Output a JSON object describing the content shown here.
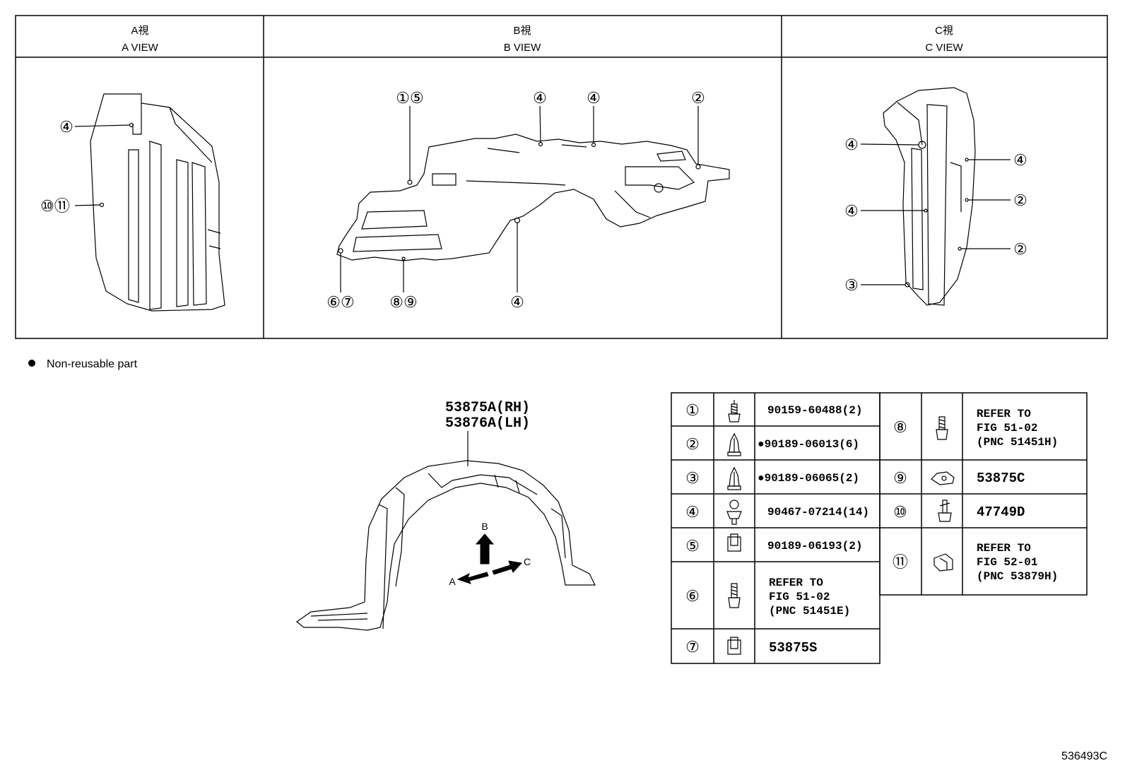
{
  "views": [
    {
      "jp": "A視",
      "en": "A VIEW"
    },
    {
      "jp": "B視",
      "en": "B VIEW"
    },
    {
      "jp": "C視",
      "en": "C VIEW"
    }
  ],
  "callouts": {
    "a": [
      "④",
      "⑩⑪"
    ],
    "b": [
      "①⑤",
      "④",
      "④",
      "②",
      "⑥⑦",
      "⑧⑨",
      "④"
    ],
    "c": [
      "④",
      "④",
      "②",
      "④",
      "②",
      "③"
    ]
  },
  "legend": {
    "text": "Non-reusable part"
  },
  "main_part": {
    "line1": "53875A(RH)",
    "line2": "53876A(LH)"
  },
  "arrows": {
    "a": "A",
    "b": "B",
    "c": "C"
  },
  "parts_left": [
    {
      "no": "①",
      "lines": [
        "90159-60488(2)"
      ]
    },
    {
      "no": "②",
      "lines": [
        "●90189-06013(6)"
      ]
    },
    {
      "no": "③",
      "lines": [
        "●90189-06065(2)"
      ]
    },
    {
      "no": "④",
      "lines": [
        "90467-07214(14)"
      ]
    },
    {
      "no": "⑤",
      "lines": [
        "90189-06193(2)"
      ]
    },
    {
      "no": "⑥",
      "lines": [
        "REFER TO",
        "FIG 51-02",
        "(PNC 51451E)"
      ]
    },
    {
      "no": "⑦",
      "lines": [
        "53875S"
      ]
    }
  ],
  "parts_right": [
    {
      "no": "⑧",
      "lines": [
        "REFER TO",
        "FIG 51-02",
        "(PNC 51451H)"
      ]
    },
    {
      "no": "⑨",
      "lines": [
        "53875C"
      ]
    },
    {
      "no": "⑩",
      "lines": [
        "47749D"
      ]
    },
    {
      "no": "⑪",
      "lines": [
        "REFER TO",
        "FIG 52-01",
        "(PNC 53879H)"
      ]
    }
  ],
  "figure_id": "536493C"
}
